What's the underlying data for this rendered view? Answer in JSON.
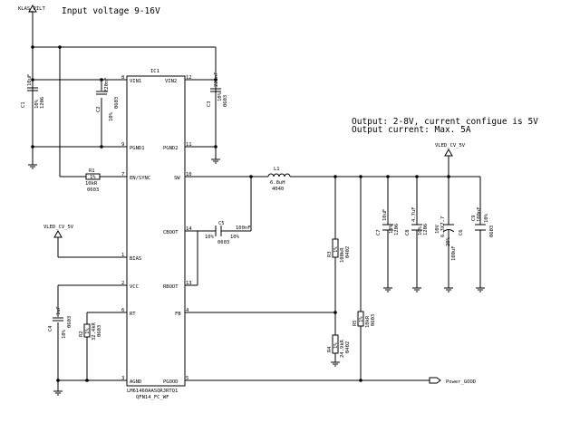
{
  "notes": {
    "input_voltage": "Input voltage 9-16V",
    "output_line1": "Output: 2-8V, current configue is 5V",
    "output_line2": "Output current: Max. 5A"
  },
  "nets": {
    "klas_pilt": "KLAS_PILT",
    "vled_cv_5v_top": "VLED_CV_5V",
    "vled_cv_5v_left": "VLED_CV_5V",
    "power_good": "Power_GOOD"
  },
  "ic": {
    "ref": "IC1",
    "part": "LM61460AASQRJRTQ1",
    "package": "QFN14_FC_WF",
    "pins_left": [
      {
        "num": "8",
        "name": "VIN1"
      },
      {
        "num": "9",
        "name": "PGND1"
      },
      {
        "num": "7",
        "name": "EN/SYNC"
      },
      {
        "num": "1",
        "name": "BIAS"
      },
      {
        "num": "2",
        "name": "VCC"
      },
      {
        "num": "6",
        "name": "RT"
      },
      {
        "num": "3",
        "name": "AGND"
      }
    ],
    "pins_right": [
      {
        "num": "12",
        "name": "VIN2"
      },
      {
        "num": "11",
        "name": "PGND2"
      },
      {
        "num": "10",
        "name": "SW"
      },
      {
        "num": "14",
        "name": "CBOOT"
      },
      {
        "num": "13",
        "name": "RBOOT"
      },
      {
        "num": "4",
        "name": "FB"
      },
      {
        "num": "5",
        "name": "PGOOD"
      }
    ]
  },
  "components": {
    "c1": {
      "ref": "C1",
      "value": "10uF",
      "tol": "10%",
      "pkg": "1206"
    },
    "c2": {
      "ref": "C2",
      "value": "220nF",
      "tol": "10%",
      "pkg": "0603"
    },
    "c3": {
      "ref": "C3",
      "value": "220nF",
      "tol": "10%",
      "pkg": "0603"
    },
    "r1": {
      "ref": "R1",
      "value": "10kR",
      "tol": "1%",
      "pkg": "0603"
    },
    "l1": {
      "ref": "L1",
      "value": "6.8uH",
      "pkg": "4040"
    },
    "c5": {
      "ref": "C5",
      "value": "100nF",
      "tol1": "10%",
      "tol2": "10%",
      "pkg": "0603"
    },
    "r3": {
      "ref": "R3",
      "value": "100kR",
      "tol": "1%",
      "pkg": "0402"
    },
    "r4": {
      "ref": "R4",
      "value": "24.9kR",
      "tol": "1%",
      "pkg": "0402"
    },
    "r5": {
      "ref": "R5",
      "value": "10kR",
      "tol": "1%",
      "pkg": "0603"
    },
    "c7": {
      "ref": "C7",
      "value": "10uF",
      "tol": "10%",
      "pkg": "1206"
    },
    "c8": {
      "ref": "C8",
      "value": "4.7uF",
      "tol": "10%",
      "pkg": "1206"
    },
    "c6": {
      "ref": "C6",
      "value": "100uF",
      "volt": "10V",
      "tol": "20%",
      "pkg": "6.3X7.7"
    },
    "c9": {
      "ref": "C9",
      "value": "100nF",
      "tol": "10%",
      "pkg": "0603"
    },
    "c4": {
      "ref": "C4",
      "value": "1uF",
      "tol": "10%",
      "pkg": "0603"
    },
    "r2": {
      "ref": "R2",
      "value": "32.4kR",
      "tol": "1%",
      "pkg": "0603"
    }
  }
}
